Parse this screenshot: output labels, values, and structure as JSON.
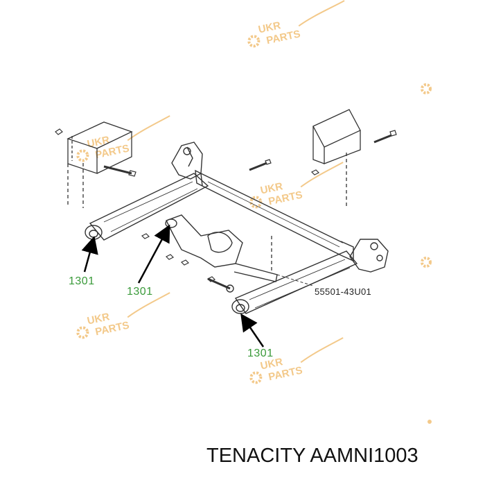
{
  "diagram": {
    "callouts": [
      "1301",
      "1301",
      "1301"
    ],
    "reference_code": "55501-43U01"
  },
  "watermark": {
    "line1": "UKR",
    "line2": "PARTS",
    "color": "#f3c98a"
  },
  "caption": "TENACITY AAMNI1003",
  "colors": {
    "callout": "#3a9a3a",
    "line": "#333333",
    "text": "#111111"
  }
}
